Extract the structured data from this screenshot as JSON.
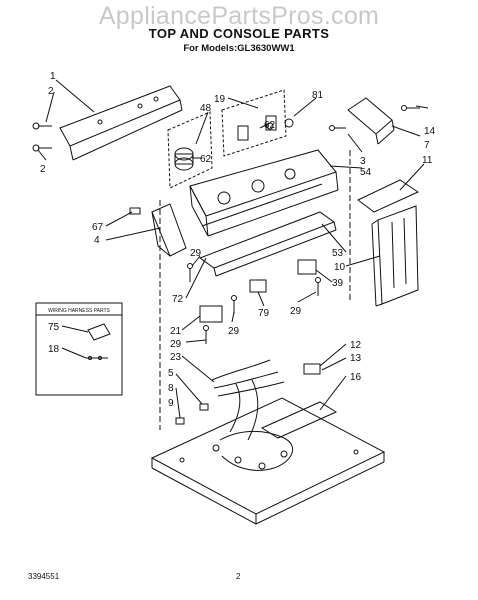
{
  "watermark": "AppliancePartsPros.com",
  "title": "TOP AND CONSOLE PARTS",
  "subtitle": "For Models:GL3630WW1",
  "inset_title": "WIRING HARNESS PARTS",
  "callouts": {
    "c1": "1",
    "c2a": "2",
    "c2b": "2",
    "c19": "19",
    "c81": "81",
    "c48": "48",
    "c62a": "62",
    "c62b": "62",
    "c14": "14",
    "c7": "7",
    "c3": "3",
    "c11": "11",
    "c54": "54",
    "c67": "67",
    "c4": "4",
    "c29a": "29",
    "c53": "53",
    "c10": "10",
    "c39": "39",
    "c72": "72",
    "c79": "79",
    "c29b": "29",
    "c29c": "29",
    "c21": "21",
    "c29d": "29",
    "c23": "23",
    "c12": "12",
    "c13": "13",
    "c5": "5",
    "c16": "16",
    "c8": "8",
    "c9": "9",
    "c75": "75",
    "c18": "18"
  },
  "doc_number": "3394551",
  "page_number": "2"
}
